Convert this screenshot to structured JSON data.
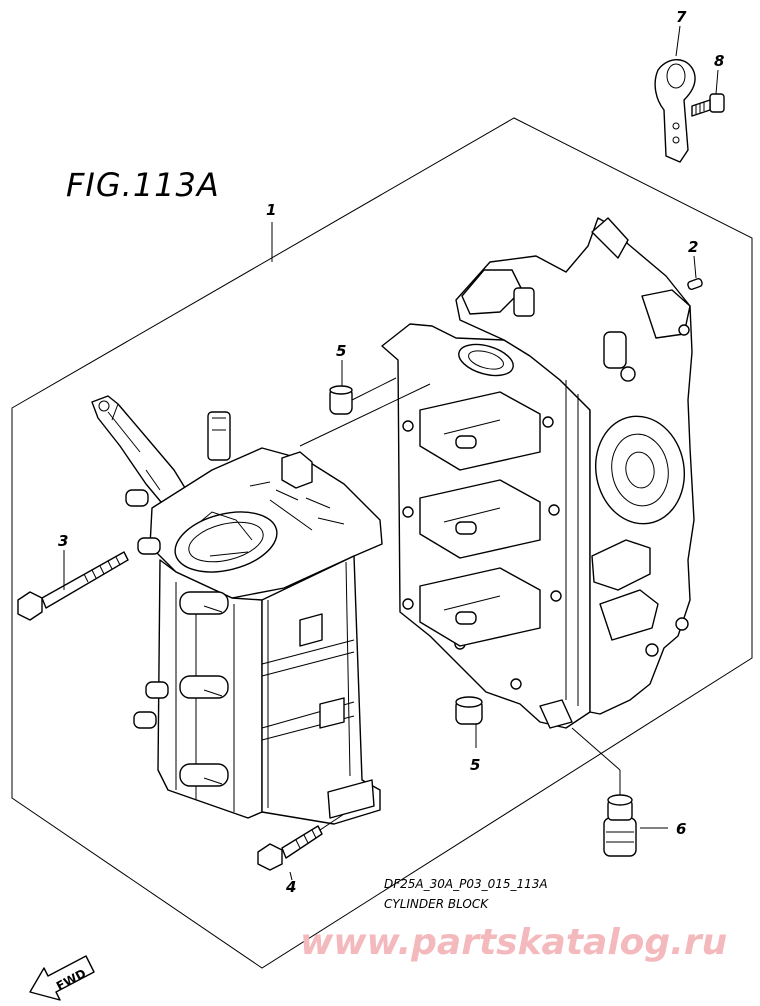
{
  "figure": {
    "title": "FIG.113A",
    "drawing_code": "DF25A_30A_P03_015_113A",
    "caption": "CYLINDER BLOCK"
  },
  "callouts": [
    "1",
    "2",
    "3",
    "4",
    "5",
    "5",
    "6",
    "7",
    "8"
  ],
  "watermark": "www.partskatalog.ru",
  "fwd_label": "FWD",
  "colors": {
    "line": "#000000",
    "background": "#ffffff",
    "watermark": "#f3b9bd"
  }
}
